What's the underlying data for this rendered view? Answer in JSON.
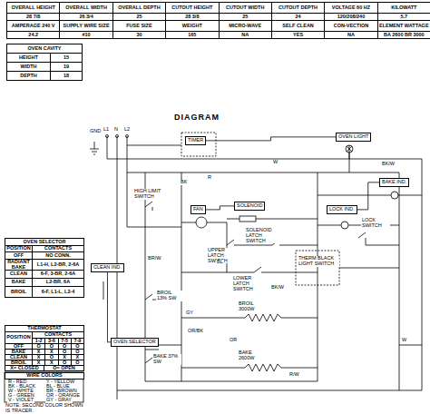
{
  "diagram": {
    "title": "DIAGRAM",
    "nodes": [
      {
        "text": [
          "TIMER"
        ]
      },
      {
        "text": [
          "OVEN LIGHT"
        ]
      },
      {
        "text": [
          "FAN"
        ]
      },
      {
        "text": [
          "SOLENOID"
        ]
      },
      {
        "text": [
          "LOCK IND."
        ]
      },
      {
        "text": [
          "BAKE IND."
        ]
      },
      {
        "text": [
          "CLEAN IND."
        ]
      },
      {
        "text": [
          "OVEN SELECTOR"
        ]
      }
    ],
    "edges": [
      {
        "from": 0,
        "to": 1,
        "arrow": "none"
      },
      {
        "from": 2,
        "to": 3,
        "arrow": "none"
      },
      {
        "from": 4,
        "to": 5,
        "arrow": "none"
      },
      {
        "from": 6,
        "to": 7,
        "arrow": "none"
      }
    ],
    "labels": [
      "OVERALL HEIGHT",
      "OVERALL WIDTH",
      "OVERALL DEPTH",
      "CUTOUT HEIGHT",
      "CUTOUT WIDTH",
      "CUTOUT DEPTH",
      "VOLTAGE 60 HZ",
      "KILOWATT",
      "28 7/8",
      "26 3/4",
      "25",
      "28 3/8",
      "25",
      "24",
      "120/208/240",
      "5.7",
      "AMPERAGE 240 V",
      "SUPPLY WIRE SIZE",
      "FUSE SIZE",
      "WEIGHT",
      "MICRO-WAVE",
      "SELF CLEAN",
      "CON-VECTION",
      "ELEMENT WATTAGE",
      "24.2",
      "#10",
      "30",
      "165",
      "NA",
      "YES",
      "NA",
      "BA 2600 BR 3000",
      "OVEN CAVITY",
      "HEIGHT",
      "15",
      "WIDTH",
      "19",
      "DEPTH",
      "18",
      "DIAGRAM",
      "OVEN SELECTOR",
      "POSITION",
      "CONTACTS",
      "OFF",
      "NO CONN.",
      "RADIANT BAKE",
      "L1-H, L2-BR, 2-6A",
      "CLEAN",
      "6-F, 3-BR, 2-6A",
      "BAKE",
      "L2-BR, 6A",
      "BROIL",
      "6-F, L1-L, L2-4",
      "THERMOSTAT",
      "POSITION",
      "CONTACTS",
      "1-2",
      "3-6",
      "7-5",
      "7-9",
      "OFF",
      "O",
      "O",
      "O",
      "O",
      "BAKE",
      "X",
      "X",
      "O",
      "O",
      "CLEAN",
      "X",
      "O",
      "X",
      "X",
      "BROIL",
      "X",
      "X",
      "O",
      "O",
      "X= CLOSED",
      "O= OPEN",
      "WIRE COLORS",
      "R - RED",
      "Y - YELLOW",
      "BK - BLACK",
      "BL - BLUE",
      "W - WHITE",
      "BR - BROWN",
      "G - GREEN",
      "OR - ORANGE",
      "V - VIOLET",
      "GY - GRAY",
      "NOTE: SECOND COLOR SHOWN IS TRACER.",
      "GND",
      "L1",
      "N",
      "L2",
      "HIGH LIMIT SWITCH",
      "LOCK SWITCH",
      "THERM BLACK LIGHT SWITCH",
      "SOLENOID LATCH SWITCH",
      "UPPER LATCH SWITCH",
      "LOWER LATCH SWITCH",
      "BROIL 13% SW",
      "BROIL 3000W",
      "BAKE 2600W",
      "BAKE 37% SW",
      "W",
      "BK",
      "R",
      "BK/W",
      "BL",
      "BR/W",
      "OR/BK",
      "BK/W",
      "OR",
      "R/W",
      "W",
      "GY"
    ]
  }
}
